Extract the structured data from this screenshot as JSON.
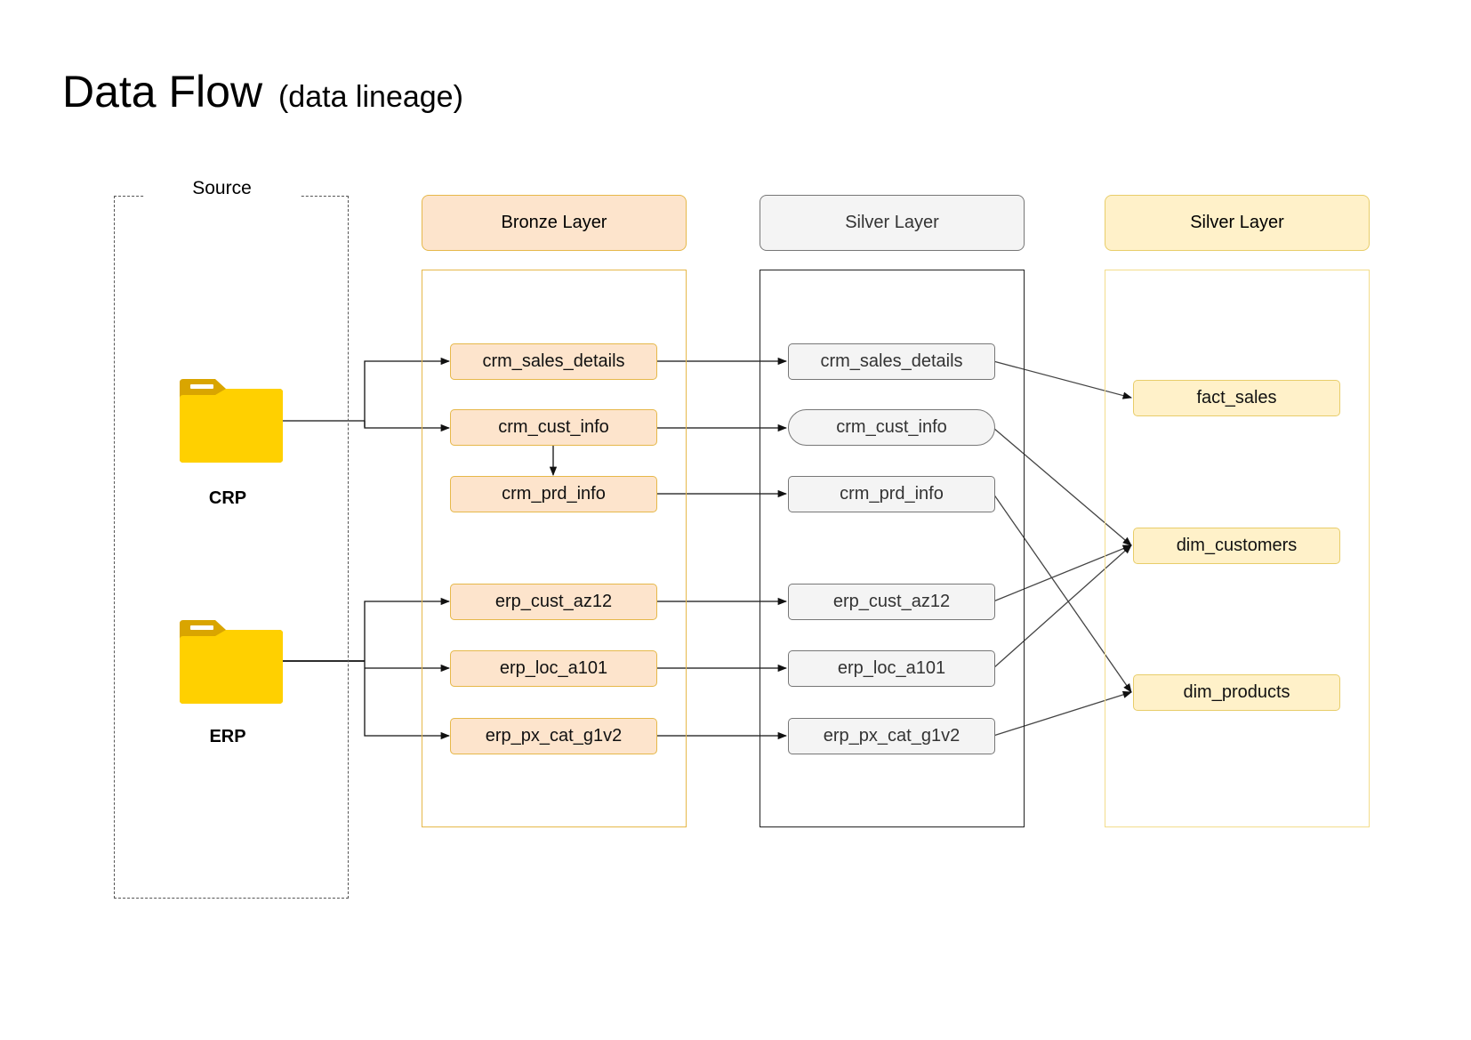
{
  "title": {
    "main": "Data Flow",
    "sub": "(data lineage)"
  },
  "source": {
    "label": "Source",
    "systems": [
      {
        "label": "CRP",
        "icon": "folder-icon"
      },
      {
        "label": "ERP",
        "icon": "folder-icon"
      }
    ]
  },
  "layers": {
    "bronze": {
      "header": "Bronze Layer",
      "tables": [
        "crm_sales_details",
        "crm_cust_info",
        "crm_prd_info",
        "erp_cust_az12",
        "erp_loc_a101",
        "erp_px_cat_g1v2"
      ]
    },
    "silver": {
      "header": "Silver Layer",
      "tables": [
        "crm_sales_details",
        "crm_cust_info",
        "crm_prd_info",
        "erp_cust_az12",
        "erp_loc_a101",
        "erp_px_cat_g1v2"
      ]
    },
    "gold": {
      "header": "Silver Layer",
      "tables": [
        "fact_sales",
        "dim_customers",
        "dim_products"
      ]
    }
  },
  "colors": {
    "bronze_fill": "#fde4cc",
    "bronze_border": "#e6b84a",
    "silver_fill": "#f4f4f4",
    "silver_border": "#777777",
    "gold_fill": "#fff1c9",
    "gold_border": "#e8cd6a",
    "folder": "#ffd000"
  }
}
